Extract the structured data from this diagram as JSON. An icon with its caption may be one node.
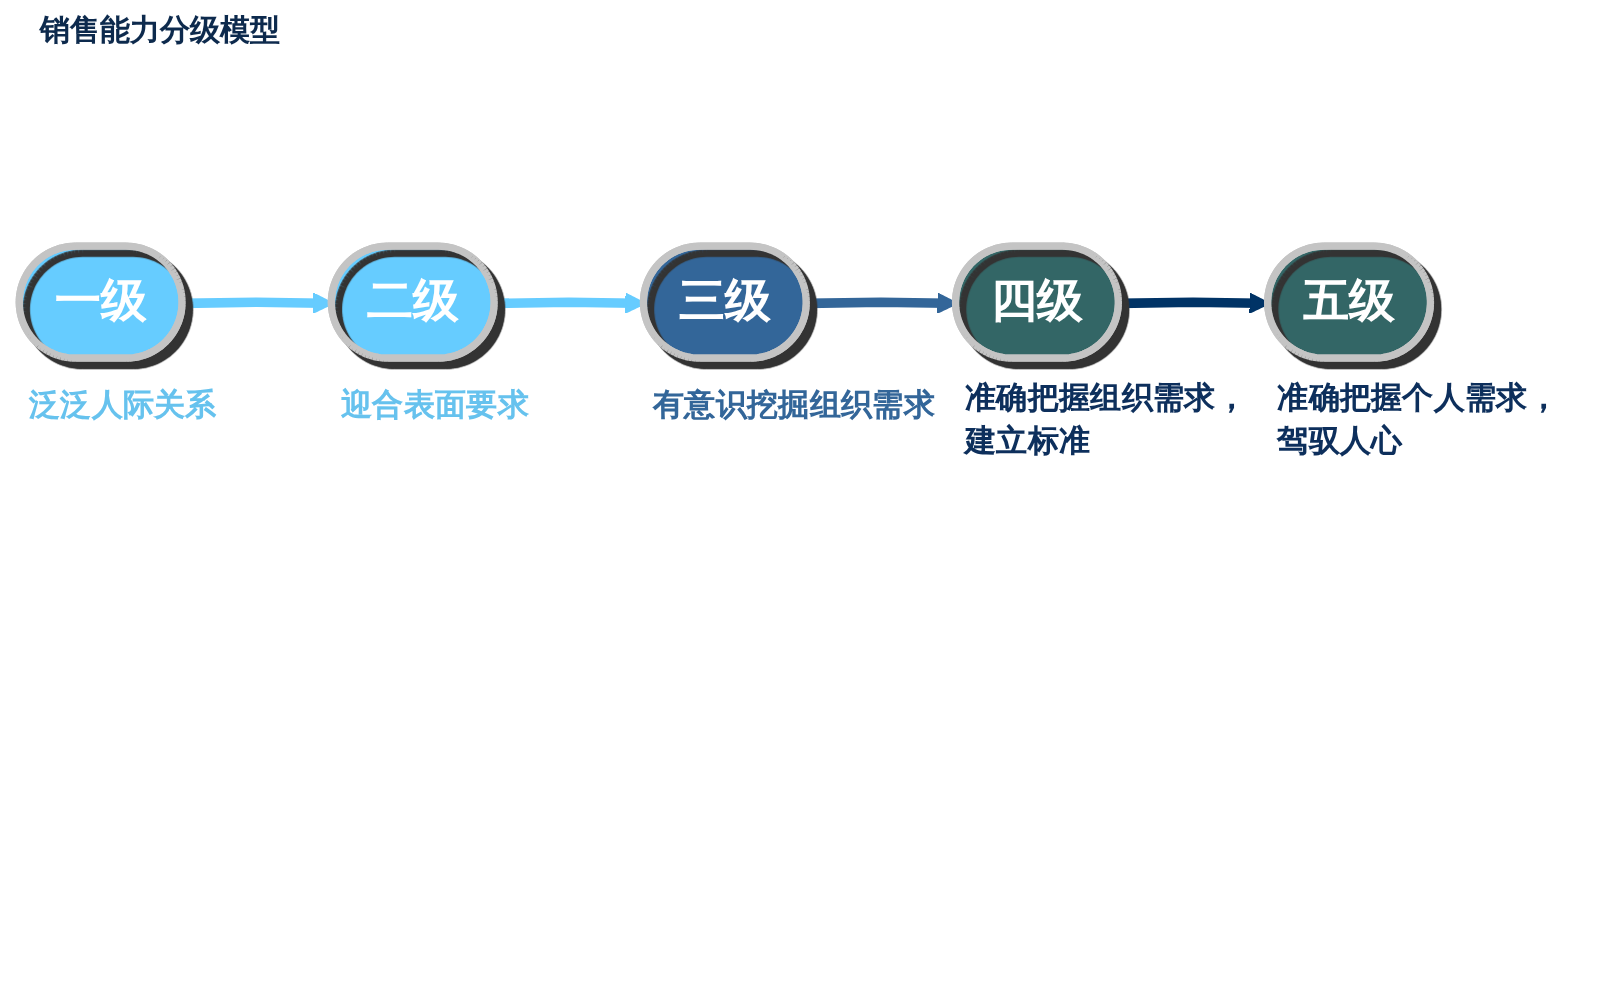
{
  "diagram": {
    "title": "销售能力分级模型",
    "nodes": [
      {
        "text": [
          "一级"
        ],
        "beside": [
          "泛泛人际关系"
        ]
      },
      {
        "text": [
          "二级"
        ],
        "beside": [
          "迎合表面要求"
        ]
      },
      {
        "text": [
          "三级"
        ],
        "beside": [
          "有意识挖掘组织需求"
        ]
      },
      {
        "text": [
          "四级"
        ],
        "beside": [
          "准确把握组织需求，建立标准"
        ]
      },
      {
        "text": [
          "五级"
        ],
        "beside": [
          "准确把握个人需求，驾驭人心"
        ]
      }
    ],
    "edges": [
      {
        "from": 0,
        "to": 1,
        "arrow": "to"
      },
      {
        "from": 1,
        "to": 2,
        "arrow": "to"
      },
      {
        "from": 2,
        "to": 3,
        "arrow": "to",
        "color": "#336699"
      },
      {
        "from": 3,
        "to": 4,
        "arrow": "to",
        "color": "#003366"
      }
    ]
  }
}
